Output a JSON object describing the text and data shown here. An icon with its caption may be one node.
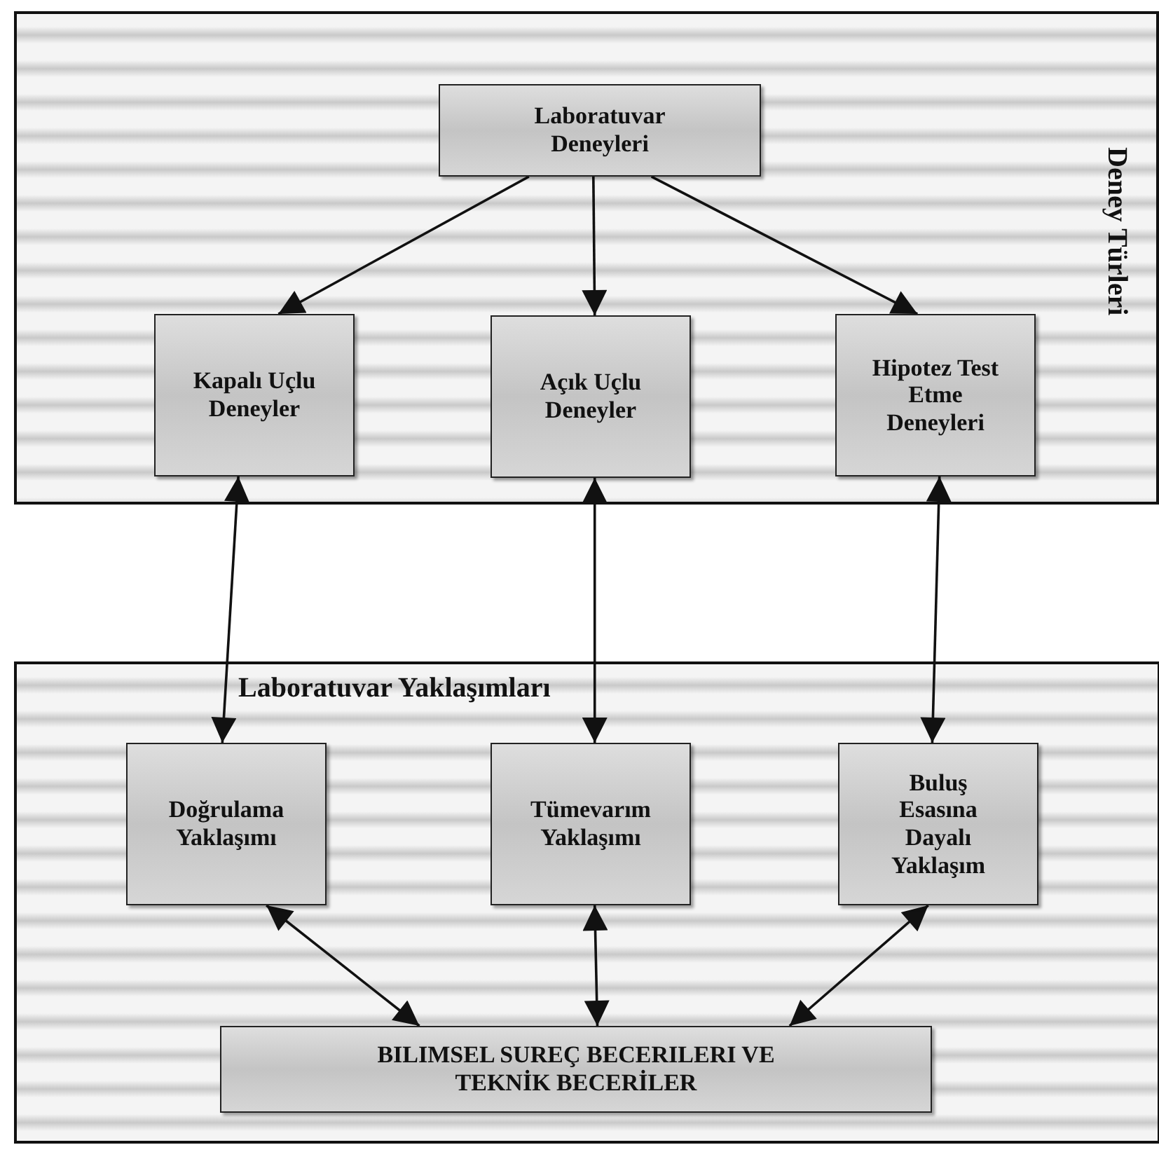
{
  "diagram": {
    "nodes": [
      {
        "text": [
          "Deney Türleri"
        ]
      },
      {
        "text": [
          "Laboratuvar Deneyleri"
        ],
        "in": 0
      },
      {
        "text": [
          "Kapalı Uçlu Deneyler"
        ],
        "in": 0
      },
      {
        "text": [
          "Açık Uçlu Deneyler"
        ],
        "in": 0
      },
      {
        "text": [
          "Hipotez Test Etme Deneyleri"
        ],
        "in": 0
      },
      {
        "text": [
          "Laboratuvar Yaklaşımları"
        ]
      },
      {
        "text": [
          "Doğrulama Yaklaşımı"
        ],
        "in": 5
      },
      {
        "text": [
          "Tümevarım Yaklaşımı"
        ],
        "in": 5
      },
      {
        "text": [
          "Buluş Esasına Dayalı Yaklaşım"
        ],
        "in": 5
      },
      {
        "text": [
          "BILIMSEL SUREÇ BECERILERI VE TEKNİK BECERİLER"
        ],
        "in": 5
      }
    ],
    "edges": [
      {
        "from": 1,
        "to": 2,
        "arrow": "to"
      },
      {
        "from": 1,
        "to": 3,
        "arrow": "to"
      },
      {
        "from": 1,
        "to": 4,
        "arrow": "to"
      },
      {
        "from": 2,
        "to": 6,
        "arrow": "both"
      },
      {
        "from": 3,
        "to": 7,
        "arrow": "both"
      },
      {
        "from": 4,
        "to": 8,
        "arrow": "both"
      },
      {
        "from": 6,
        "to": 9,
        "arrow": "both"
      },
      {
        "from": 7,
        "to": 9,
        "arrow": "both"
      },
      {
        "from": 8,
        "to": 9,
        "arrow": "both"
      }
    ]
  }
}
